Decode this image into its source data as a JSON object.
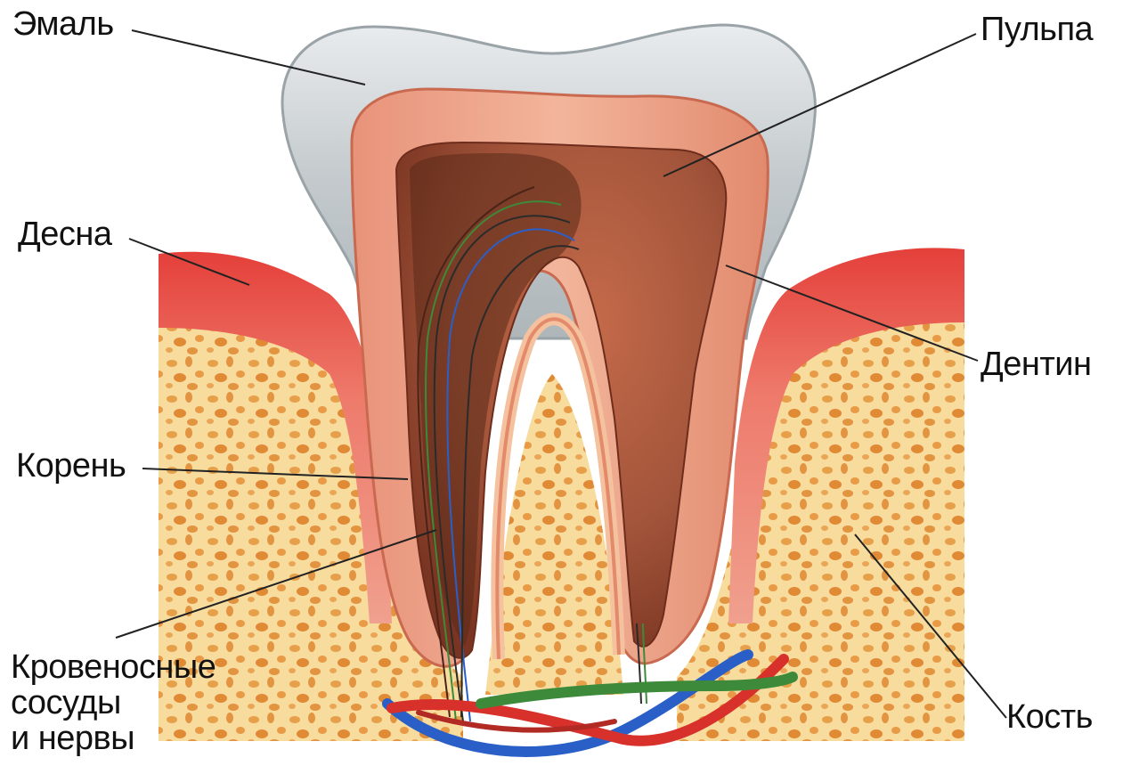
{
  "labels": {
    "enamel": "Эмаль",
    "pulp": "Пульпа",
    "gum": "Десна",
    "dentin": "Дентин",
    "root": "Корень",
    "vessels_line1": "Кровеносные",
    "vessels_line2": "сосуды",
    "vessels_line3": "и нервы",
    "bone": "Кость"
  },
  "colors": {
    "enamel": "#d4d9dc",
    "dentin": "#e59a7e",
    "pulp": "#9e4a30",
    "gum": "#e05a4e",
    "bone": "#f6d99a",
    "bone_pores": "#e08e3a",
    "artery": "#d8302a",
    "vein": "#2a5fc8",
    "nerve": "#3c8a3a"
  }
}
